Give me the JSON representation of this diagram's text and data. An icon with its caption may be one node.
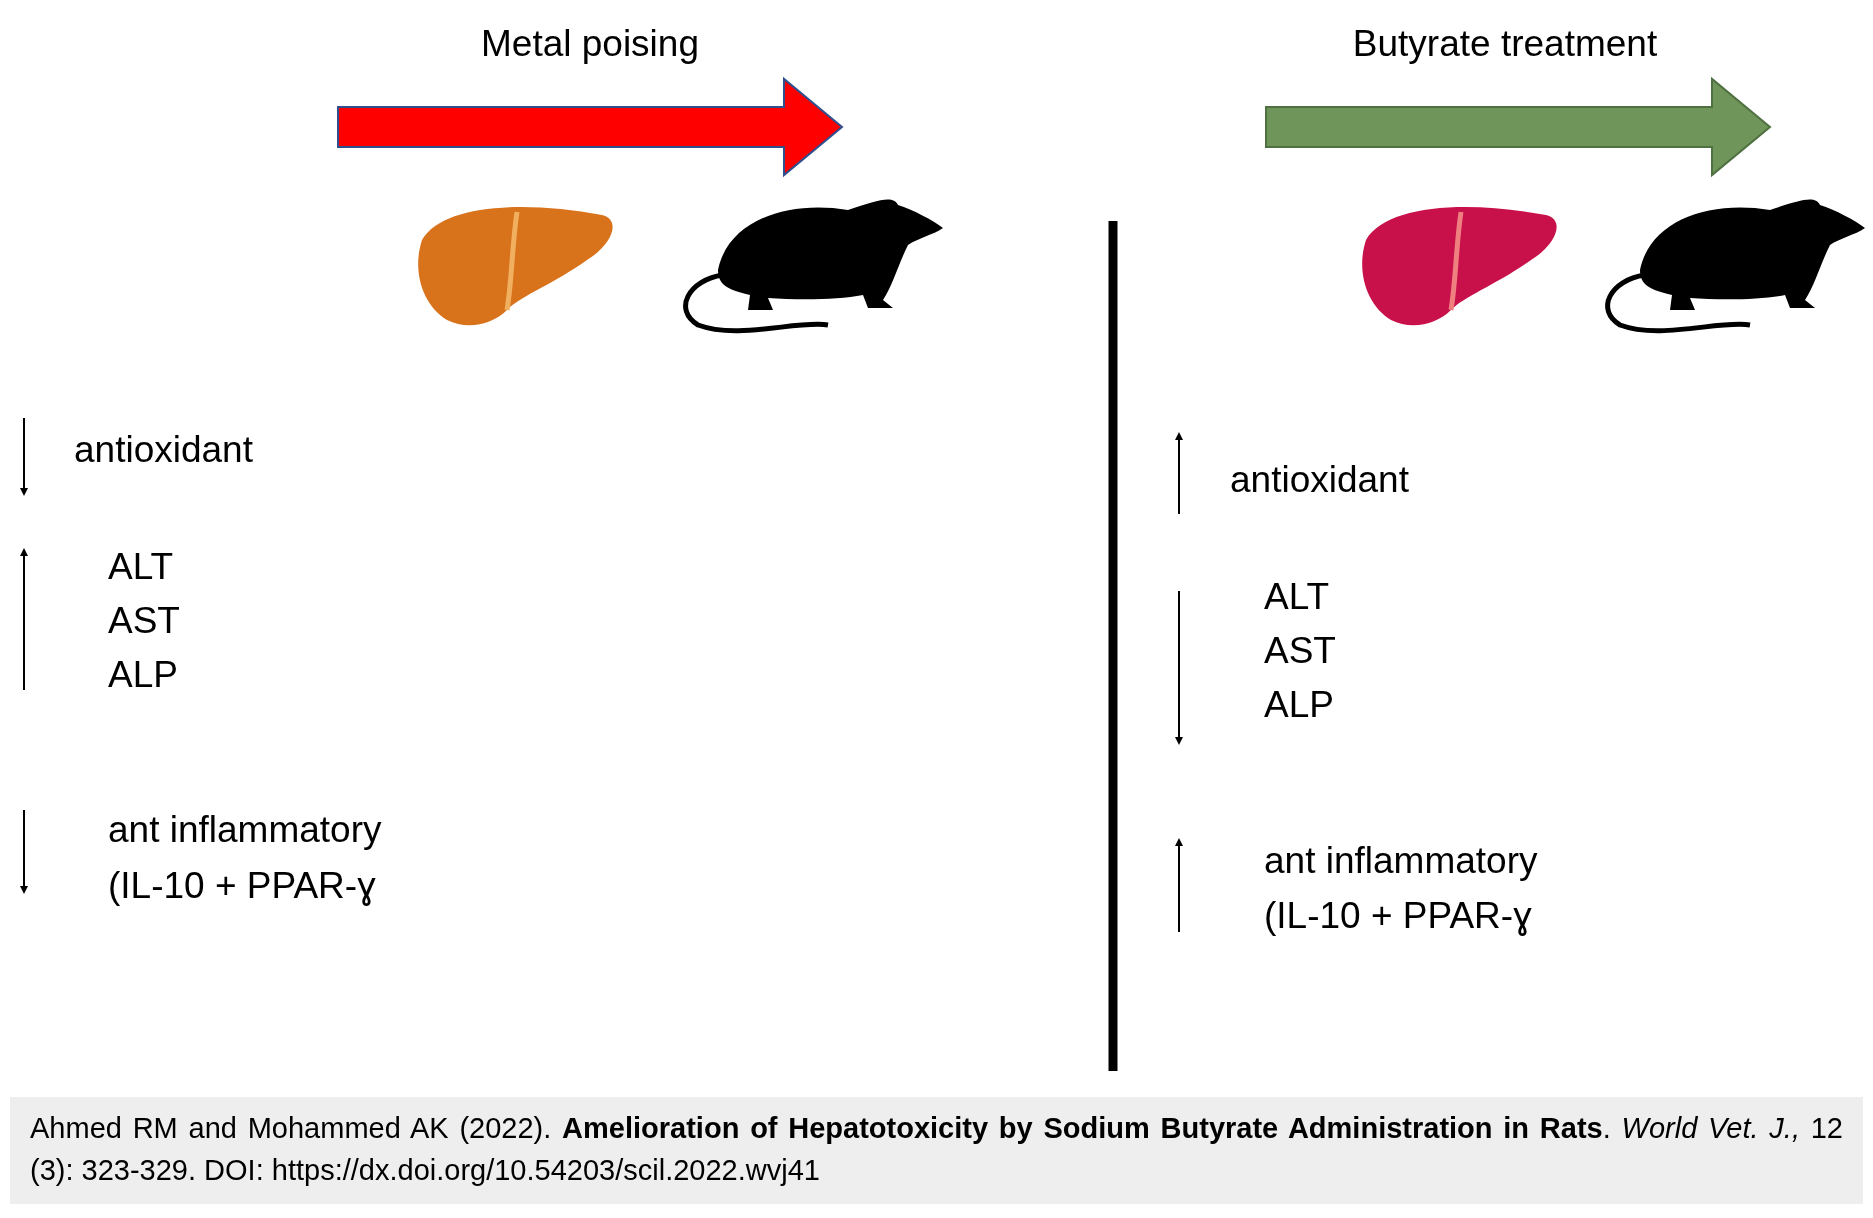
{
  "diagram": {
    "caption": "Ahmed RM and Mohammed AK (2022). **Amelioration of Hepatotoxicity by Sodium Butyrate Administration in Rats**. *World Vet. J.,* 12 (3): 323-329. DOI: https://dx.doi.org/10.54203/scil.2022.wvj41",
    "labels": [
      "Metal poising",
      "Butyrate treatment",
      "antioxidant",
      "ALT",
      "AST",
      "ALP",
      "ant inflammatory",
      "(IL-10 + PPAR-ɣ",
      "antioxidant",
      "ALT",
      "AST",
      "ALP",
      "ant inflammatory",
      "(IL-10 + PPAR-ɣ"
    ]
  }
}
